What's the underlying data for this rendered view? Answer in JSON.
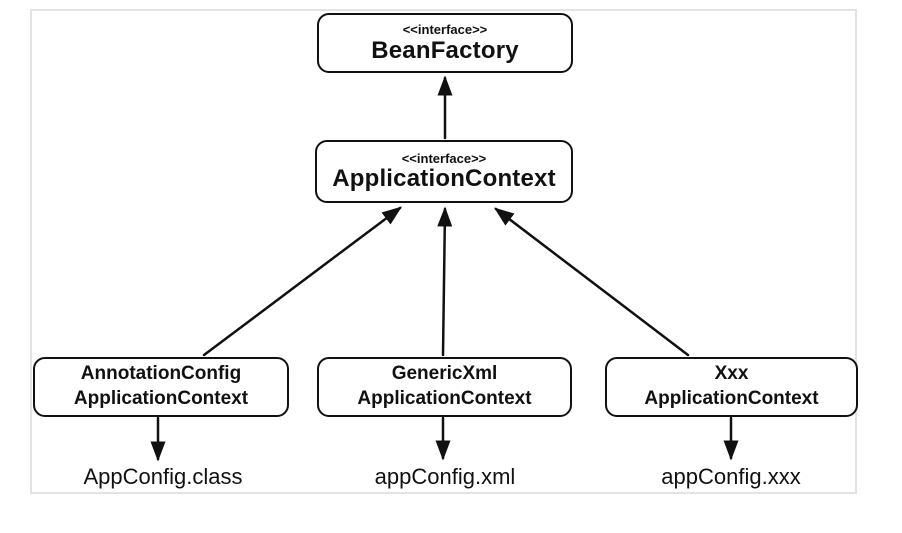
{
  "diagram": {
    "nodes": {
      "bean_factory": {
        "stereotype": "<<interface>>",
        "name": "BeanFactory"
      },
      "application_context": {
        "stereotype": "<<interface>>",
        "name": "ApplicationContext"
      },
      "annotation_config_application_context": {
        "name_line1": "AnnotationConfig",
        "name_line2": "ApplicationContext"
      },
      "generic_xml_application_context": {
        "name_line1": "GenericXml",
        "name_line2": "ApplicationContext"
      },
      "xxx_application_context": {
        "name_line1": "Xxx",
        "name_line2": "ApplicationContext"
      }
    },
    "artifacts": {
      "annotation_config_source": "AppConfig.class",
      "generic_xml_source": "appConfig.xml",
      "xxx_source": "appConfig.xxx"
    },
    "edges": [
      {
        "from": "ApplicationContext",
        "to": "BeanFactory",
        "style": "solid-filled-arrow",
        "direction": "up"
      },
      {
        "from": "AnnotationConfigApplicationContext",
        "to": "ApplicationContext",
        "style": "solid-filled-arrow",
        "direction": "up"
      },
      {
        "from": "GenericXmlApplicationContext",
        "to": "ApplicationContext",
        "style": "solid-filled-arrow",
        "direction": "up"
      },
      {
        "from": "XxxApplicationContext",
        "to": "ApplicationContext",
        "style": "solid-filled-arrow",
        "direction": "up"
      },
      {
        "from": "AnnotationConfigApplicationContext",
        "to": "AppConfig.class",
        "style": "solid-filled-arrow",
        "direction": "down"
      },
      {
        "from": "GenericXmlApplicationContext",
        "to": "appConfig.xml",
        "style": "solid-filled-arrow",
        "direction": "down"
      },
      {
        "from": "XxxApplicationContext",
        "to": "appConfig.xxx",
        "style": "solid-filled-arrow",
        "direction": "down"
      }
    ],
    "colors": {
      "line": "#111111",
      "box_border": "#111111",
      "box_fill": "#ffffff",
      "frame_border": "#e3e3e3",
      "background": "#ffffff",
      "text": "#111111"
    }
  }
}
